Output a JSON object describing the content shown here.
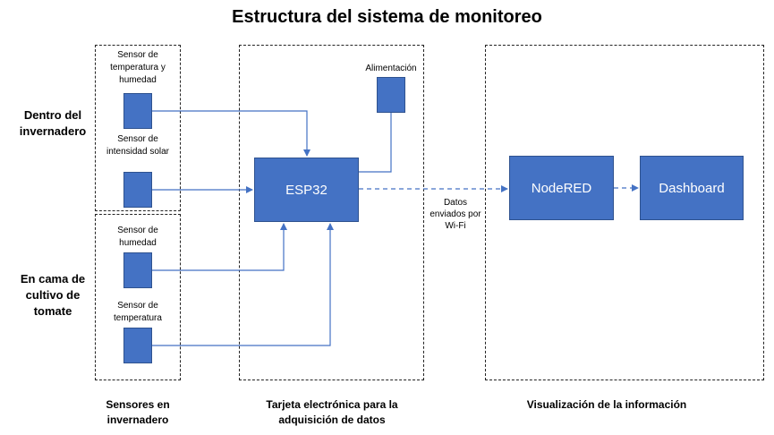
{
  "title": "Estructura del sistema de monitoreo",
  "groups": {
    "inside": "Dentro del invernadero",
    "bed": "En cama de cultivo de tomate"
  },
  "sensors": {
    "temp_hum": "Sensor de temperatura y humedad",
    "light": "Sensor de intensidad solar",
    "soil_hum": "Sensor de humedad",
    "soil_temp": "Sensor de temperatura"
  },
  "power": "Alimentación",
  "esp32": "ESP32",
  "nodered": "NodeRED",
  "dashboard": "Dashboard",
  "wifi_note": "Datos enviados por Wi-Fi",
  "columns": {
    "sensors": "Sensores en invernadero",
    "board": "Tarjeta electrónica para la adquisición de datos",
    "viz": "Visualización de la información"
  },
  "colors": {
    "block": "#4472c4",
    "line": "#4472c4"
  }
}
